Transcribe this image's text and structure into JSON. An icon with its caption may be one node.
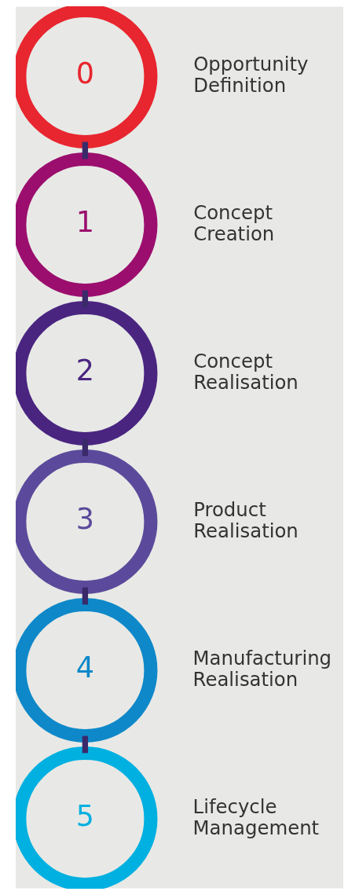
{
  "diagram": {
    "nodes": [
      {
        "text": [
          "0"
        ],
        "beside": [
          "Opportunity Definition"
        ]
      },
      {
        "text": [
          "1"
        ],
        "beside": [
          "Concept Creation"
        ]
      },
      {
        "text": [
          "2"
        ],
        "beside": [
          "Concept Realisation"
        ]
      },
      {
        "text": [
          "3"
        ],
        "beside": [
          "Product Realisation"
        ]
      },
      {
        "text": [
          "4"
        ],
        "beside": [
          "Manufacturing Realisation"
        ]
      },
      {
        "text": [
          "5"
        ],
        "beside": [
          "Lifecycle Management"
        ]
      }
    ],
    "edges": [
      {
        "from": 0,
        "to": 1,
        "arrow": "none"
      },
      {
        "from": 1,
        "to": 2,
        "arrow": "none"
      },
      {
        "from": 2,
        "to": 3,
        "arrow": "none"
      },
      {
        "from": 3,
        "to": 4,
        "arrow": "none"
      },
      {
        "from": 4,
        "to": 5,
        "arrow": "none"
      }
    ]
  }
}
